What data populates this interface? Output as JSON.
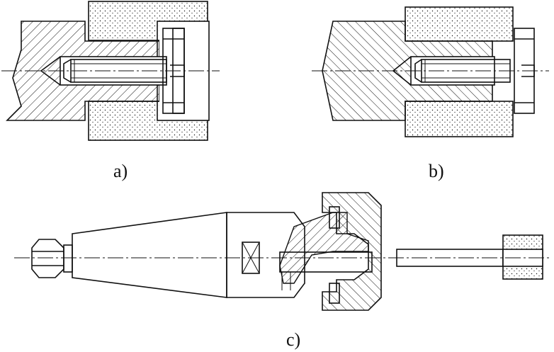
{
  "figures": [
    {
      "id": "a",
      "label": "a)"
    },
    {
      "id": "b",
      "label": "b)"
    },
    {
      "id": "c",
      "label": "c)"
    }
  ],
  "colors": {
    "line": "#111111",
    "background": "#ffffff"
  }
}
